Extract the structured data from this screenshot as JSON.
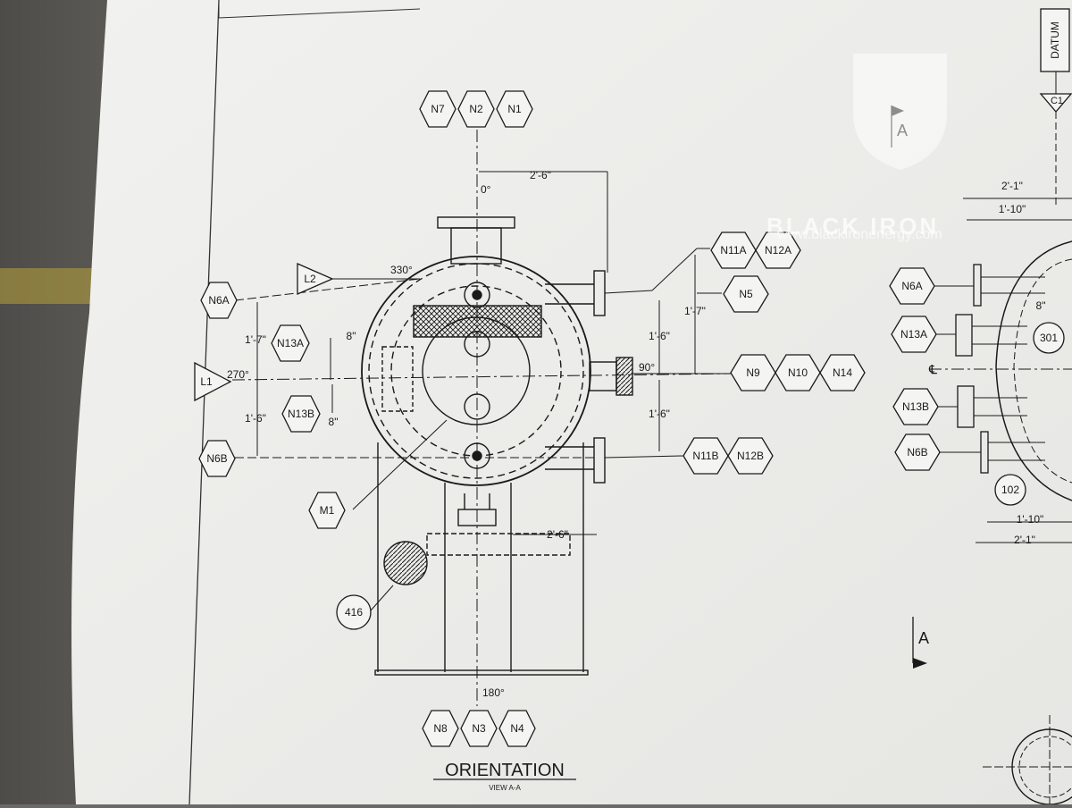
{
  "drawing": {
    "title": "ORIENTATION",
    "subtitle": "VIEW A-A",
    "section_marker": "A",
    "datum_label": "DATUM",
    "datum_ref": "C1",
    "centerline_symbol": "℄"
  },
  "angles": {
    "top": "0°",
    "upper_left": "330°",
    "left": "270°",
    "right": "90°",
    "bottom": "180°"
  },
  "dimensions": {
    "top_offset": "2'-6\"",
    "left_upper": "1'-7\"",
    "left_lower": "1'-6\"",
    "n13a_offset": "8\"",
    "n13b_offset": "8\"",
    "right_upper_a": "1'-7\"",
    "right_upper_b": "1'-6\"",
    "right_lower": "1'-6\"",
    "bottom_offset": "2'-6\""
  },
  "nozzle_groups": {
    "top": [
      "N7",
      "N2",
      "N1"
    ],
    "bottom": [
      "N8",
      "N3",
      "N4"
    ],
    "n11a_n12a": [
      "N11A",
      "N12A"
    ],
    "n5": [
      "N5"
    ],
    "n9_n10_n14": [
      "N9",
      "N10",
      "N14"
    ],
    "n11b_n12b": [
      "N11B",
      "N12B"
    ]
  },
  "left_tags": {
    "n6a": "N6A",
    "n13a": "N13A",
    "n13b": "N13B",
    "n6b": "N6B",
    "m1": "M1",
    "l2": "L2",
    "l1": "L1"
  },
  "item_numbers": {
    "item_416": "416",
    "item_301": "301",
    "item_102": "102"
  },
  "right_view": {
    "tags": [
      "N6A",
      "N13A",
      "N13B",
      "N6B"
    ],
    "dims_top": [
      "2'-1\"",
      "1'-10\""
    ],
    "dims_bottom": [
      "1'-10\"",
      "2'-1\""
    ],
    "dim_8": "8\""
  },
  "watermark": {
    "brand": "BLACK IRON",
    "url": "www.blackironenergy.com"
  }
}
